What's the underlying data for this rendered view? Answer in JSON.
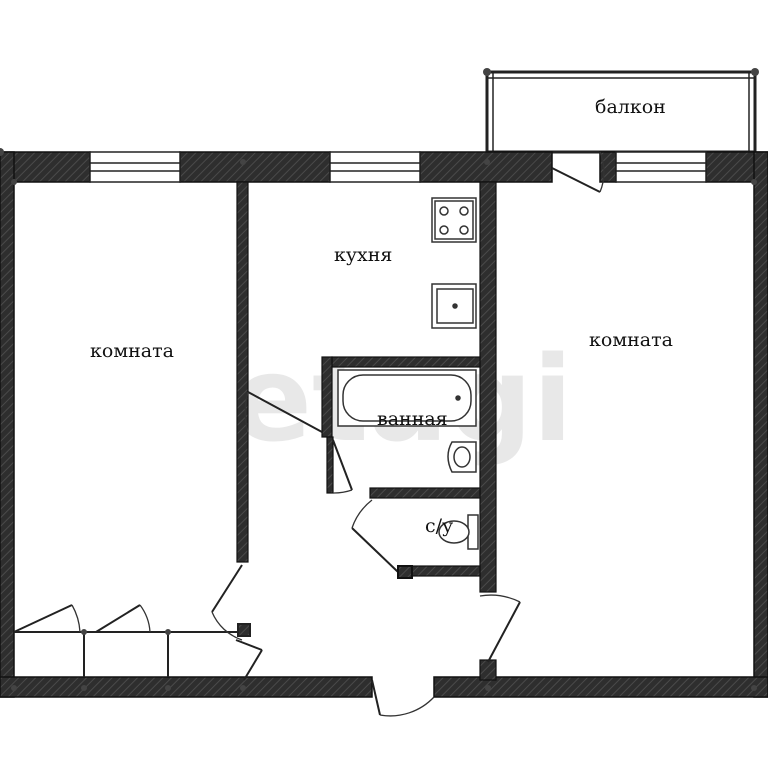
{
  "rooms": {
    "balcony": "балкон",
    "kitchen": "кухня",
    "room_left": "комната",
    "room_right": "комната",
    "bathroom": "ванная",
    "wc": "с/у"
  },
  "watermark": "etagi",
  "colors": {
    "wall_fill": "#2e2e2e",
    "wall_stroke": "#111111",
    "background": "#ffffff",
    "watermark": "#e8e8e8"
  }
}
